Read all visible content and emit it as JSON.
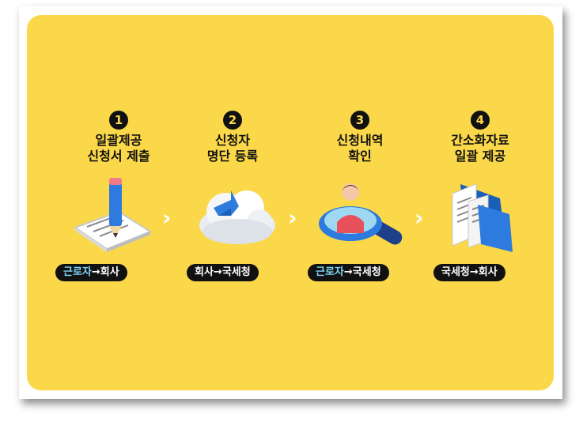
{
  "steps": [
    {
      "number": "1",
      "title_line1": "일괄제공",
      "title_line2": "신청서 제출",
      "icon": "pencil-document-icon",
      "badge_from": "근로자",
      "badge_arrow": "→",
      "badge_to": "회사",
      "highlight": "from"
    },
    {
      "number": "2",
      "title_line1": "신청자",
      "title_line2": "명단 등록",
      "icon": "cloud-upload-icon",
      "badge_from": "회사",
      "badge_arrow": "→",
      "badge_to": "국세청",
      "highlight": "none"
    },
    {
      "number": "3",
      "title_line1": "신청내역",
      "title_line2": "확인",
      "icon": "person-magnifier-icon",
      "badge_from": "근로자",
      "badge_arrow": "→",
      "badge_to": "국세청",
      "highlight": "from"
    },
    {
      "number": "4",
      "title_line1": "간소화자료",
      "title_line2": "일괄 제공",
      "icon": "folder-documents-icon",
      "badge_from": "국세청",
      "badge_arrow": "→",
      "badge_to": "회사",
      "highlight": "none"
    }
  ],
  "separator": "›",
  "colors": {
    "panel": "#FBD84A",
    "badge_bg": "#111111",
    "badge_highlight": "#7FD6F5",
    "icon_blue": "#2E7BE0"
  }
}
